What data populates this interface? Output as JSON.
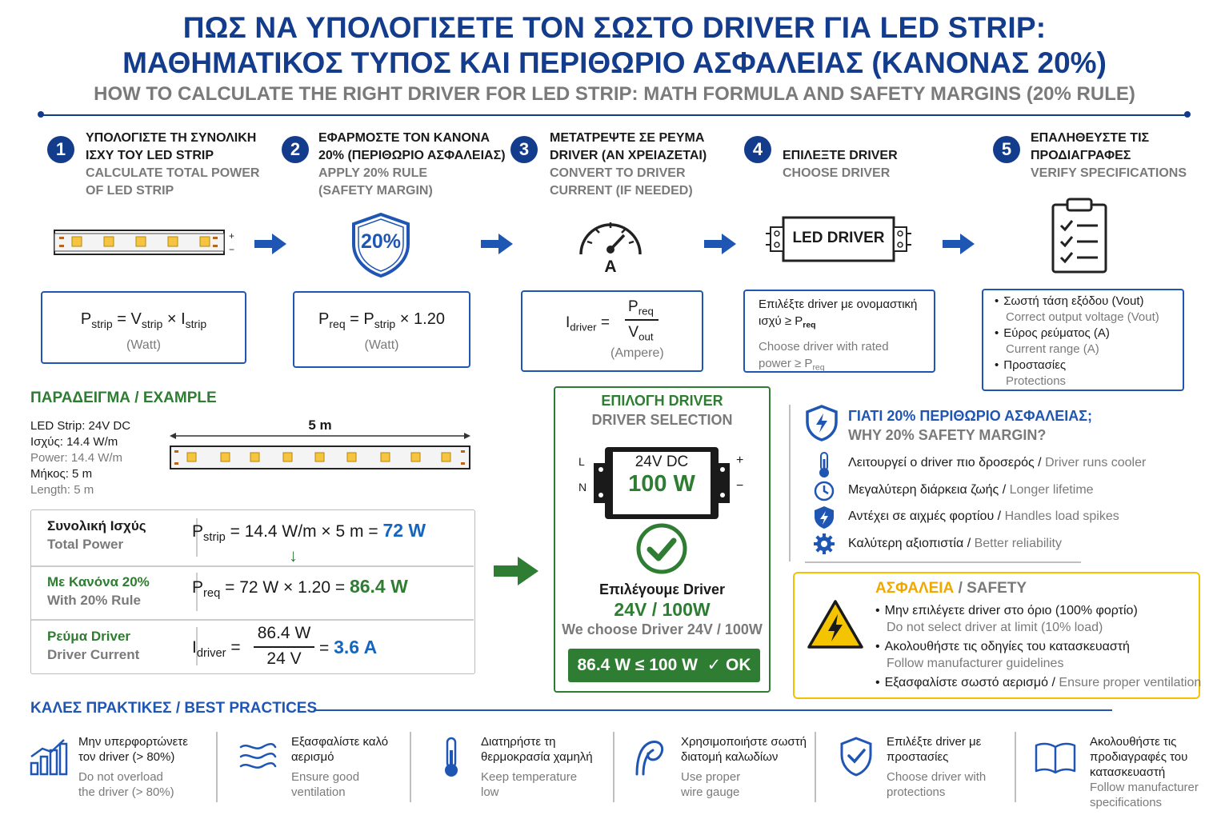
{
  "header": {
    "title_line1": "ΠΩΣ ΝΑ ΥΠΟΛΟΓΙΣΕΤΕ ΤΟΝ ΣΩΣΤΟ DRIVER ΓΙΑ LED STRIP:",
    "title_line2": "ΜΑΘΗΜΑΤΙΚΟΣ ΤΥΠΟΣ ΚΑΙ ΠΕΡΙΘΩΡΙΟ ΑΣΦΑΛΕΙΑΣ (ΚΑΝΟΝΑΣ 20%)",
    "subtitle": "HOW TO CALCULATE THE RIGHT DRIVER FOR LED STRIP: MATH FORMULA AND SAFETY MARGINS (20% RULE)"
  },
  "colors": {
    "navy": "#143c8c",
    "green": "#2e7d32",
    "blue": "#1565c0",
    "gray": "#7a7a7a",
    "yellow": "#f2c200"
  },
  "steps": [
    {
      "num": "1",
      "gr1": "ΥΠΟΛΟΓΙΣΤΕ ΤΗ ΣΥΝΟΛΙΚΗ",
      "gr2": "ΙΣΧΥ ΤΟΥ LED STRIP",
      "en1": "CALCULATE TOTAL POWER",
      "en2": "OF LED STRIP",
      "icon": "led-strip-icon"
    },
    {
      "num": "2",
      "gr1": "ΕΦΑΡΜΟΣΤΕ ΤΟΝ ΚΑΝΟΝΑ",
      "gr2": "20% (ΠΕΡΙΘΩΡΙΟ ΑΣΦΑΛΕΙΑΣ)",
      "en1": "APPLY 20% RULE",
      "en2": "(SAFETY MARGIN)",
      "icon": "shield-icon",
      "badge": "20%"
    },
    {
      "num": "3",
      "gr1": "ΜΕΤΑΤΡΕΨΤΕ ΣΕ ΡΕΥΜΑ",
      "gr2": "DRIVER (ΑΝ ΧΡΕΙΑΖΕΤΑΙ)",
      "en1": "CONVERT TO DRIVER",
      "en2": "CURRENT (IF NEEDED)",
      "icon": "ammeter-gauge-icon",
      "gauge_label": "A"
    },
    {
      "num": "4",
      "gr1": "ΕΠΙΛΕΞΤΕ DRIVER",
      "en1": "CHOOSE DRIVER",
      "icon": "led-driver-icon",
      "driver_label": "LED DRIVER"
    },
    {
      "num": "5",
      "gr1": "ΕΠΑΛΗΘΕΥΣΤΕ ΤΙΣ",
      "gr2": "ΠΡΟΔΙΑΓΡΑΦΕΣ",
      "en1": "VERIFY SPECIFICATIONS",
      "icon": "checklist-icon"
    }
  ],
  "formulas": {
    "f1": {
      "P": "P",
      "P_sub": "strip",
      "eq": "=",
      "V": "V",
      "V_sub": "strip",
      "x": "×",
      "I": "I",
      "I_sub": "strip",
      "unit": "(Watt)"
    },
    "f2": {
      "P": "P",
      "P_sub": "req",
      "eq": "=",
      "P2": "P",
      "P2_sub": "strip",
      "mult": "× 1.20",
      "unit": "(Watt)"
    },
    "f3": {
      "I": "I",
      "I_sub": "driver",
      "eq": "=",
      "num": "P",
      "num_sub": "req",
      "den": "V",
      "den_sub": "out",
      "unit": "(Ampere)"
    },
    "f4": {
      "gr1": "Επιλέξτε driver με ονομαστική",
      "gr2": "ισχύ ≥ P",
      "gr2_sub": "req",
      "en1": "Choose driver with rated",
      "en2": "power ≥ P",
      "en2_sub": "req"
    },
    "f5": [
      {
        "gr": "Σωστή τάση εξόδου (Vout)",
        "en": "Correct output voltage (Vout)"
      },
      {
        "gr": "Εύρος ρεύματος (A)",
        "en": "Current range (A)"
      },
      {
        "gr": "Προστασίες",
        "en": "Protections"
      }
    ]
  },
  "example": {
    "heading": "ΠΑΡΑΔΕΙΓΜΑ / EXAMPLE",
    "specs": [
      {
        "text": "LED Strip: 24V DC",
        "style": "dark"
      },
      {
        "text": "Ισχύς: 14.4 W/m",
        "style": "dark"
      },
      {
        "text": "Power: 14.4 W/m",
        "style": "gray"
      },
      {
        "text": "Μήκος: 5 m",
        "style": "dark"
      },
      {
        "text": "Length: 5 m",
        "style": "gray"
      }
    ],
    "length_label": "5 m",
    "rows": [
      {
        "gr": "Συνολική Ισχύς",
        "en": "Total Power",
        "lhs": "P",
        "lhs_sub": "strip",
        "expr": "= 14.4 W/m × 5 m =",
        "result": "72 W"
      },
      {
        "gr": "Με Κανόνα 20%",
        "en": "With 20% Rule",
        "lhs": "P",
        "lhs_sub": "req",
        "expr": "= 72 W × 1.20 =",
        "result": "86.4 W"
      },
      {
        "gr": "Ρεύμα Driver",
        "en": "Driver Current",
        "lhs": "I",
        "lhs_sub": "driver",
        "eq": "=",
        "num": "86.4 W",
        "den": "24 V",
        "eq2": "=",
        "result": "3.6 A"
      }
    ],
    "down_arrow": "↓"
  },
  "selection": {
    "title_gr": "ΕΠΙΛΟΓΗ DRIVER",
    "title_en": "DRIVER SELECTION",
    "pin_L": "L",
    "pin_N": "N",
    "pin_plus": "+",
    "pin_minus": "−",
    "driver_voltage": "24V DC",
    "driver_power": "100 W",
    "choose_gr": "Επιλέγουμε Driver",
    "choose_val": "24V / 100W",
    "choose_en": "We choose Driver 24V / 100W",
    "ok_text": "86.4 W ≤ 100 W  ✓ OK"
  },
  "why": {
    "title_gr": "ΓΙΑΤΙ 20% ΠΕΡΙΘΩΡΙΟ ΑΣΦΑΛΕΙΑΣ;",
    "title_en": "WHY 20% SAFETY MARGIN?",
    "items": [
      {
        "gr": "Λειτουργεί ο driver πιο δροσερός",
        "en": "Driver runs cooler",
        "icon": "thermometer-icon"
      },
      {
        "gr": "Μεγαλύτερη διάρκεια ζωής",
        "en": "Longer lifetime",
        "icon": "clock-icon"
      },
      {
        "gr": "Αντέχει σε αιχμές φορτίου",
        "en": "Handles load spikes",
        "icon": "lightning-shield-icon"
      },
      {
        "gr": "Καλύτερη αξιοπιστία",
        "en": "Better reliability",
        "icon": "gear-icon"
      }
    ],
    "sep": "/"
  },
  "safety": {
    "title_gr": "ΑΣΦΑΛΕΙΑ",
    "title_sep": "/",
    "title_en": "SAFETY",
    "items": [
      {
        "gr": "Μην επιλέγετε driver στο όριο (100% φορτίο)",
        "en": "Do not select driver at limit (10% load)"
      },
      {
        "gr": "Ακολουθήστε τις οδηγίες του κατασκευαστή",
        "en": "Follow manufacturer guidelines"
      },
      {
        "gr": "Εξασφαλίστε σωστό αερισμό",
        "en": "Ensure proper ventilation",
        "inline": true
      }
    ]
  },
  "best": {
    "heading": "ΚΑΛΕΣ ΠΡΑΚΤΙΚΕΣ / BEST PRACTICES",
    "items": [
      {
        "gr1": "Μην υπερφορτώνετε",
        "gr2": "τον driver (> 80%)",
        "en1": "Do not overload",
        "en2": "the driver (> 80%)",
        "icon": "bar-chart-icon"
      },
      {
        "gr1": "Εξασφαλίστε καλό",
        "gr2": "αερισμό",
        "en1": "Ensure good",
        "en2": "ventilation",
        "icon": "airflow-icon"
      },
      {
        "gr1": "Διατηρήστε τη",
        "gr2": "θερμοκρασία χαμηλή",
        "en1": "Keep temperature",
        "en2": "low",
        "icon": "thermometer-icon"
      },
      {
        "gr1": "Χρησιμοποιήστε σωστή",
        "gr2": "διατομή καλωδίων",
        "en1": "Use proper",
        "en2": "wire gauge",
        "icon": "cable-icon"
      },
      {
        "gr1": "Επιλέξτε driver με",
        "gr2": "προστασίες",
        "en1": "Choose driver with",
        "en2": "protections",
        "icon": "shield-check-icon"
      },
      {
        "gr1": "Ακολουθήστε τις",
        "gr2": "προδιαγραφές του",
        "gr3": "κατασκευαστή",
        "en1": "Follow manufacturer",
        "en2": "specifications",
        "icon": "book-icon"
      }
    ]
  }
}
